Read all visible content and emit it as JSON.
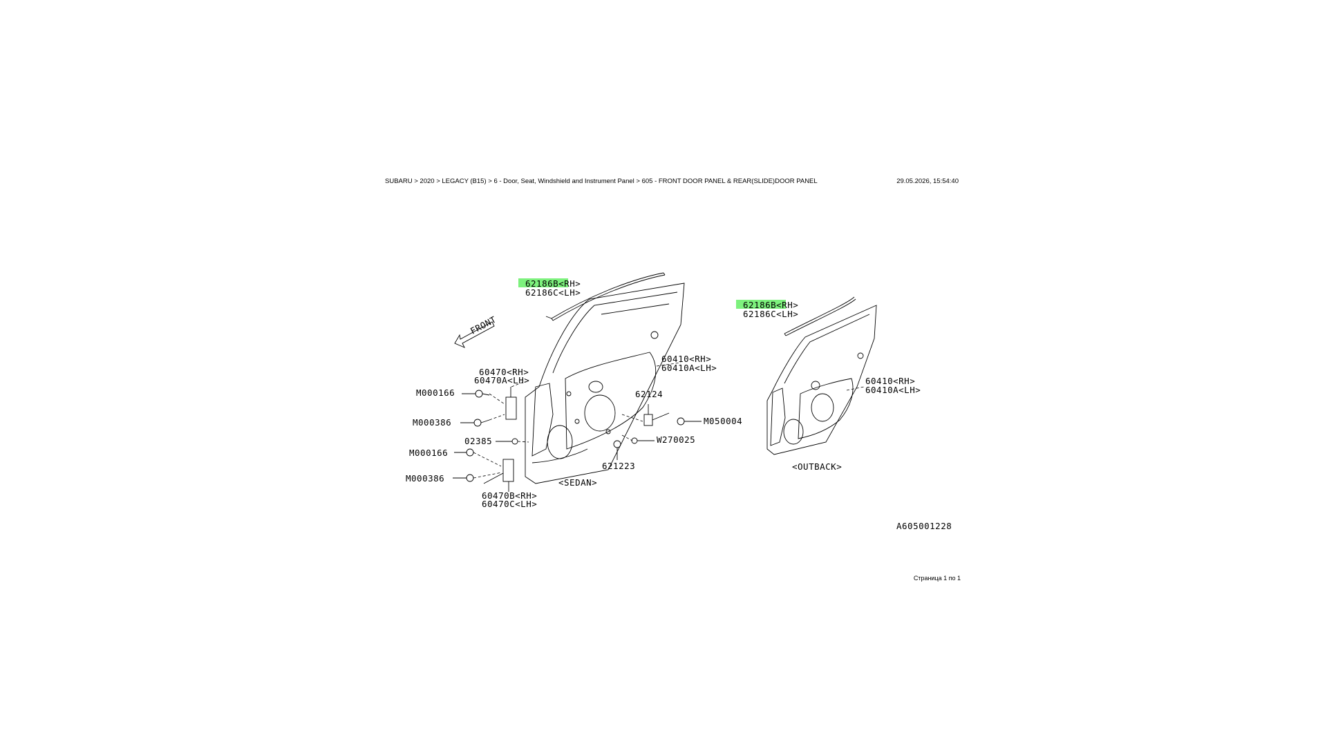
{
  "header": {
    "breadcrumb": "SUBARU > 2020 > LEGACY (B15) > 6 - Door, Seat, Windshield and Instrument Panel > 605 - FRONT DOOR PANEL & REAR(SLIDE)DOOR PANEL",
    "timestamp": "29.05.2026, 15:54:40"
  },
  "diagram": {
    "front_label": "FRONT",
    "sedan": {
      "caption": "<SEDAN>",
      "labels": [
        "62186B<RH>",
        "62186C<LH>",
        "60410<RH>",
        "60410A<LH>",
        "60470<RH>",
        "60470A<LH>",
        "M000166",
        "M000386",
        "02385",
        "M000166",
        "M000386",
        "60470B<RH>",
        "60470C<LH>",
        "62124",
        "M050004",
        "W270025",
        "621223"
      ]
    },
    "outback": {
      "caption": "<OUTBACK>",
      "labels": [
        "62186B<RH>",
        "62186C<LH>",
        "60410<RH>",
        "60410A<LH>"
      ]
    },
    "code": "A605001228",
    "highlight_color": "#66ee66"
  },
  "footer": {
    "page": "Страница 1 по 1"
  }
}
